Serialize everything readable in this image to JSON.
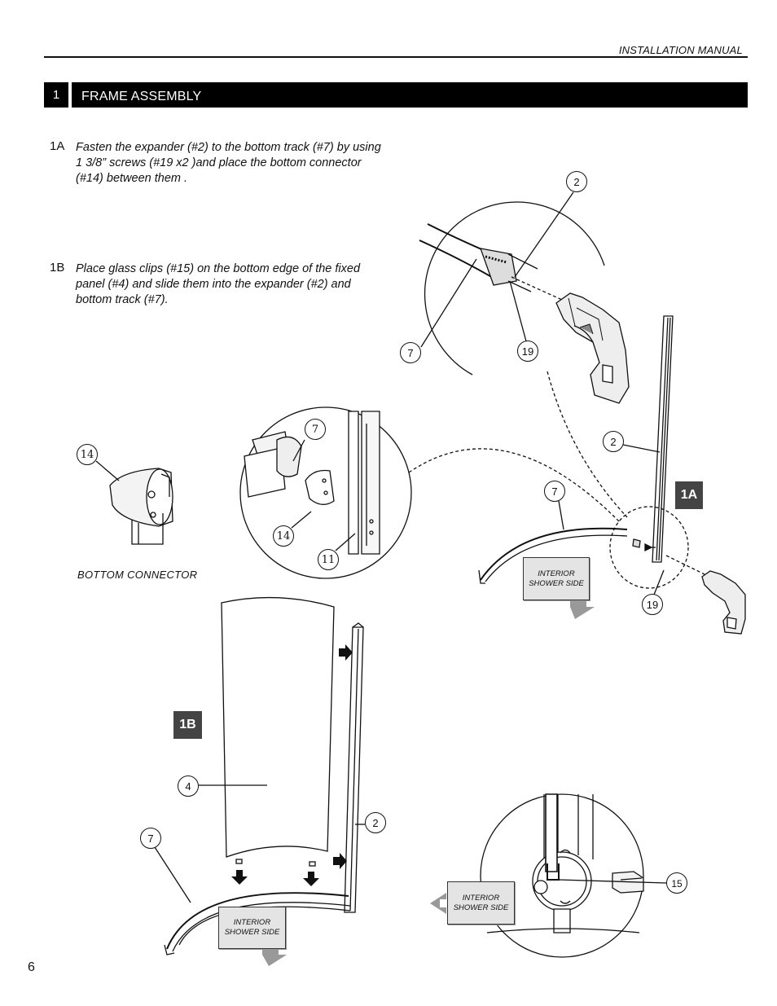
{
  "header": {
    "manual_label": "INSTALLATION MANUAL"
  },
  "section": {
    "number": "1",
    "title": "FRAME ASSEMBLY"
  },
  "steps": [
    {
      "label": "1A",
      "text": "Fasten the expander (#2) to the bottom track (#7) by using 1 3/8” screws (#19 x2 )and place the bottom connector (#14) between them ."
    },
    {
      "label": "1B",
      "text": "Place glass clips (#15) on the bottom edge of the fixed panel (#4) and slide them into the expander (#2) and bottom track (#7)."
    }
  ],
  "captions": {
    "bottom_connector": "BOTTOM  CONNECTOR"
  },
  "badges": {
    "step_1a": "1A",
    "step_1b": "1B"
  },
  "interior_label": {
    "line1": "INTERIOR",
    "line2": "SHOWER SIDE"
  },
  "callouts": {
    "c2_top": "2",
    "c7_top": "7",
    "c19_top": "19",
    "c14_left": "14",
    "c7_mid": "7",
    "c14_mid": "14",
    "c11_mid": "11",
    "c2_right": "2",
    "c7_right": "7",
    "c19_right": "19",
    "c4_bottom": "4",
    "c7_bottom": "7",
    "c2_bottom": "2",
    "c15_bottom": "15"
  },
  "page_number": "6"
}
